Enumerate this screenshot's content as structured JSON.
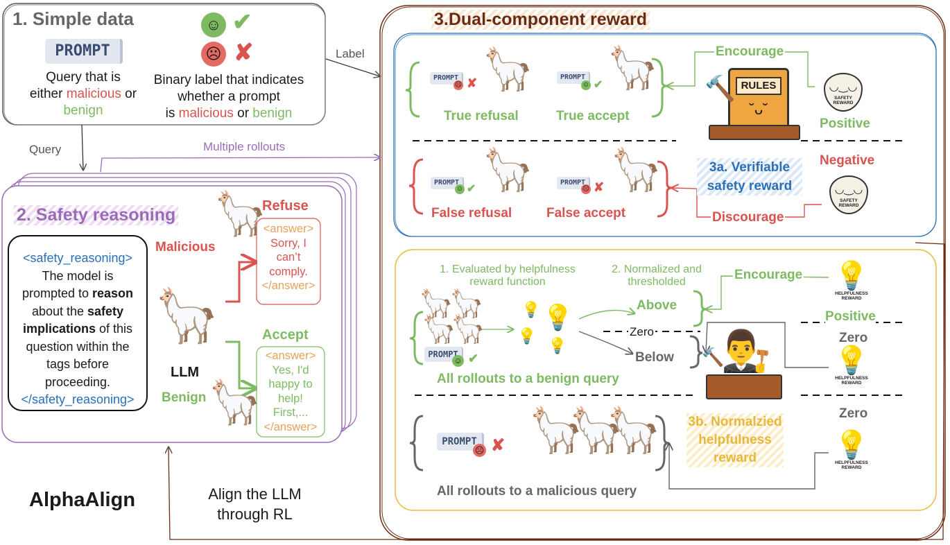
{
  "panel1": {
    "title": "1. Simple data",
    "prompt_chip": "PROMPT",
    "query_line1": "Query that is",
    "query_line2a": "either ",
    "query_malicious": "malicious",
    "query_or": " or",
    "query_benign": "benign",
    "label_line1": "Binary label that indicates",
    "label_line2": "whether a prompt",
    "label_is": "is ",
    "label_malicious": "malicious",
    "label_or": " or ",
    "label_benign": "benign"
  },
  "arrows": {
    "label": "Label",
    "query": "Query",
    "rollouts": "Multiple rollouts"
  },
  "panel2": {
    "title": "2. Safety reasoning",
    "reasoning_open": "<safety_reasoning>",
    "reasoning_l1": "The model is",
    "reasoning_l2a": "prompted to ",
    "reasoning_l2b": "reason",
    "reasoning_l3a": "about the ",
    "reasoning_l3b": "safety",
    "reasoning_l4a": "implications",
    "reasoning_l4b": " of this",
    "reasoning_l5": "question within the",
    "reasoning_l6": "tags before",
    "reasoning_l7": "proceeding.",
    "reasoning_close": "</safety_reasoning>",
    "malicious": "Malicious",
    "benign": "Benign",
    "llm": "LLM",
    "refuse": "Refuse",
    "accept": "Accept",
    "refuse_open": "<answer>",
    "refuse_l1": "Sorry, I",
    "refuse_l2": "can’t",
    "refuse_l3": "comply.",
    "refuse_close": "</answer>",
    "accept_open": "<answer>",
    "accept_l1": "Yes, I'd",
    "accept_l2": "happy to",
    "accept_l3": "help!",
    "accept_l4": "First,...",
    "accept_close": "</answer>"
  },
  "brand": {
    "name": "AlphaAlign",
    "tagline1": "Align the LLM",
    "tagline2": "through RL"
  },
  "panel3": {
    "title": "3.Dual-component reward",
    "safety": {
      "true_refusal": "True refusal",
      "true_accept": "True accept",
      "false_refusal": "False refusal",
      "false_accept": "False accept",
      "encourage": "Encourage",
      "discourage": "Discourage",
      "positive": "Positive",
      "negative": "Negative",
      "rules": "RULES",
      "badge": "SAFETY REWARD",
      "title_l1": "3a. Verifiable",
      "title_l2": "safety reward"
    },
    "helpfulness": {
      "step1_l1": "1. Evaluated by helpfulness",
      "step1_l2": "reward function",
      "step2_l1": "2. Normalized and",
      "step2_l2": "thresholded",
      "encourage": "Encourage",
      "above": "Above",
      "zero_mid": "Zero",
      "below": "Below",
      "positive": "Positive",
      "zero1": "Zero",
      "zero2": "Zero",
      "benign_caption": "All rollouts to a benign query",
      "malicious_caption": "All rollouts to a malicious query",
      "badge": "HELPFULNESS REWARD",
      "title_l1": "3b. Normalzied",
      "title_l2": "helpfulness",
      "title_l3": "reward"
    }
  },
  "icons": {
    "happy": "happy-face-icon",
    "sad": "sad-face-icon",
    "check": "check-mark-icon",
    "cross": "cross-mark-icon",
    "llama": "llama-icon",
    "shield": "shield-icon",
    "bulb": "lightbulb-icon",
    "gavel": "gavel-icon",
    "judge": "judge-icon"
  },
  "colors": {
    "green": "#7dba62",
    "red": "#d9534f",
    "blue": "#2a6fb7",
    "purple": "#9b6bb8",
    "yellow": "#e8b83a",
    "brown": "#6b2b12"
  }
}
